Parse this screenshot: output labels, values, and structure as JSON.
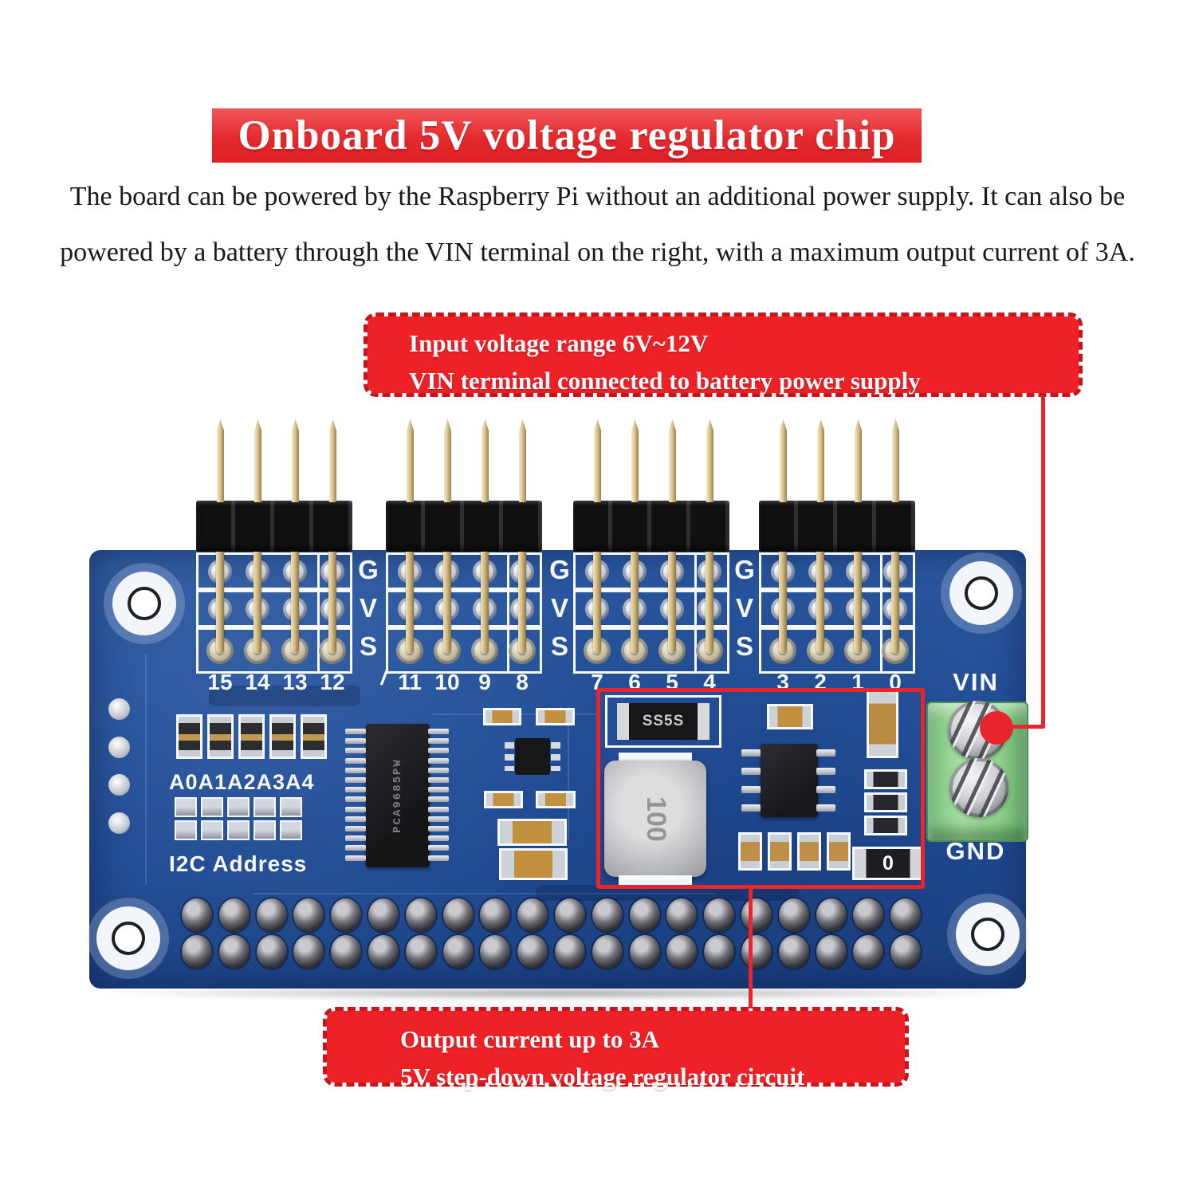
{
  "title": {
    "text": "Onboard 5V voltage regulator chip"
  },
  "description": {
    "line1": "The board can be powered by the Raspberry Pi without an additional power supply. It can also be",
    "line2": "powered by a battery through the VIN terminal on the right, with a maximum output current of 3A."
  },
  "callout_top": {
    "line1": "Input voltage range 6V~12V",
    "line2": "VIN terminal connected to battery power supply"
  },
  "callout_bottom": {
    "line1": "Output current up to 3A",
    "line2": "5V step-down voltage regulator circuit"
  },
  "board": {
    "row_labels": [
      "G",
      "V",
      "S"
    ],
    "slash": "/",
    "channel_groups": [
      {
        "channels": [
          "15",
          "14",
          "13",
          "12"
        ]
      },
      {
        "channels": [
          "11",
          "10",
          "9",
          "8"
        ]
      },
      {
        "channels": [
          "7",
          "6",
          "5",
          "4"
        ]
      },
      {
        "channels": [
          "3",
          "2",
          "1",
          "0"
        ]
      }
    ],
    "labels": {
      "vin": "VIN",
      "gnd": "GND",
      "address_bits": "A0A1A2A3A4",
      "i2c_address": "I2C Address"
    },
    "markings": {
      "main_chip": "PCA9685PW",
      "regulator_diode": "SS5S",
      "inductor": "100",
      "zero_ohm_resistor": "0"
    },
    "structure": {
      "gpio_rows": 2,
      "gpio_cols": 20,
      "pins_per_group": 4,
      "chip_side_pins": 14,
      "soic_side_pins": 4,
      "jumper_rows": 2,
      "jumper_cols": 5,
      "addr_resistors": 5,
      "via_dots": 4,
      "bottom_caps": 4,
      "right_resistors": 3
    }
  },
  "colors": {
    "accent_red": "#e8252b",
    "callout_fill": "#ee2127",
    "pcb_blue": "#214e98",
    "silkscreen": "#f5f8fd",
    "pin_gold": "#d9c28a",
    "terminal_green": "#98d794"
  }
}
